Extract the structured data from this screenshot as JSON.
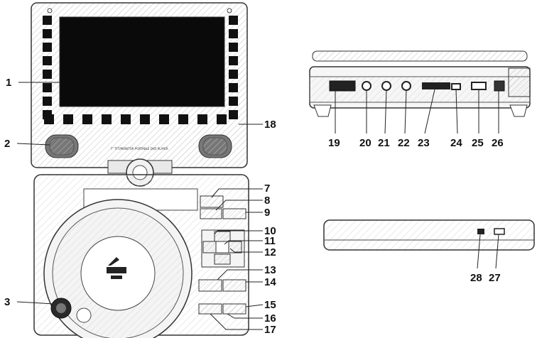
{
  "screen_caption": "7\" TFT/MONITOR PORTABLE DVD PLAYER",
  "callouts": {
    "c1": "1",
    "c2": "2",
    "c3": "3",
    "c7": "7",
    "c8": "8",
    "c9": "9",
    "c10": "10",
    "c11": "11",
    "c12": "12",
    "c13": "13",
    "c14": "14",
    "c15": "15",
    "c16": "16",
    "c17": "17",
    "c18": "18",
    "c19": "19",
    "c20": "20",
    "c21": "21",
    "c22": "22",
    "c23": "23",
    "c24": "24",
    "c25": "25",
    "c26": "26",
    "c27": "27",
    "c28": "28"
  }
}
